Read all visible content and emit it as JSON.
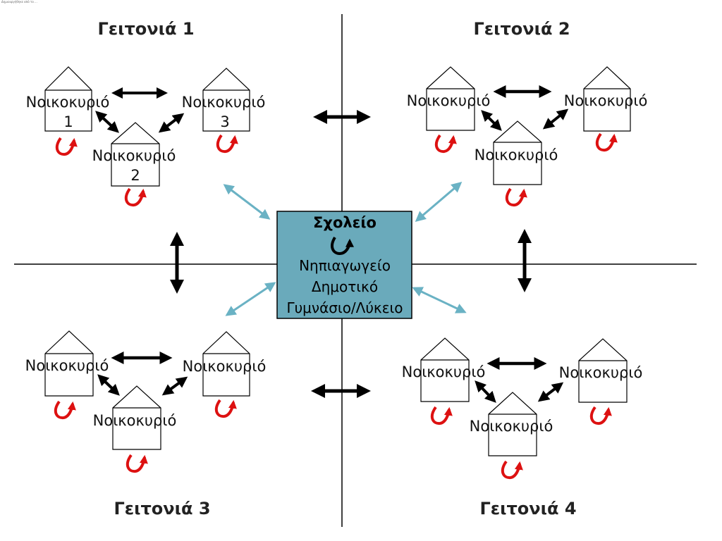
{
  "corner_caption": "Δημιουργήθηκε από το ...",
  "neighborhoods": [
    {
      "title": "Γειτονιά 1",
      "households": [
        {
          "line1": "Νοικοκυριό",
          "line2": "1"
        },
        {
          "line1": "Νοικοκυριό",
          "line2": "3"
        },
        {
          "line1": "Νοικοκυριό",
          "line2": "2"
        }
      ]
    },
    {
      "title": "Γειτονιά 2",
      "households": [
        {
          "line1": "Νοικοκυριό",
          "line2": ""
        },
        {
          "line1": "Νοικοκυριό",
          "line2": ""
        },
        {
          "line1": "Νοικοκυριό",
          "line2": ""
        }
      ]
    },
    {
      "title": "Γειτονιά 3",
      "households": [
        {
          "line1": "Νοικοκυριό",
          "line2": ""
        },
        {
          "line1": "Νοικοκυριό",
          "line2": ""
        },
        {
          "line1": "Νοικοκυριό",
          "line2": ""
        }
      ]
    },
    {
      "title": "Γειτονιά 4",
      "households": [
        {
          "line1": "Νοικοκυριό",
          "line2": ""
        },
        {
          "line1": "Νοικοκυριό",
          "line2": ""
        },
        {
          "line1": "Νοικοκυριό",
          "line2": ""
        }
      ]
    }
  ],
  "school": {
    "title": "Σχολείο",
    "levels": [
      "Νηπιαγωγείο",
      "Δημοτικό",
      "Γυμνάσιο/Λύκειο"
    ]
  },
  "colors": {
    "school_fill": "#6aaabb",
    "school_link": "#6ab2c4",
    "self_loop": "#dd1111",
    "arrow": "#000000"
  }
}
